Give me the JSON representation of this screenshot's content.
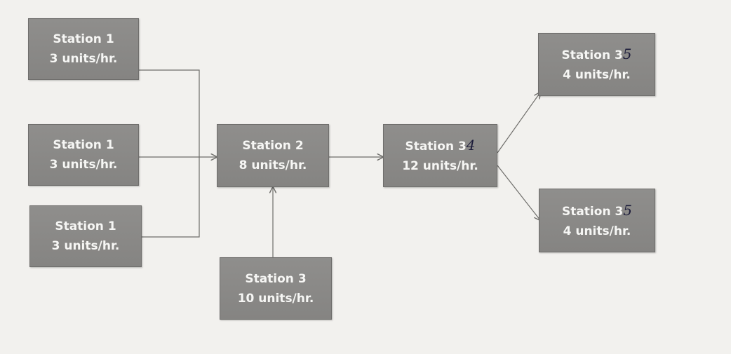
{
  "stations": [
    {
      "id": "b1",
      "name": "Station 1",
      "rate": "3 units/hr."
    },
    {
      "id": "b2",
      "name": "Station 1",
      "rate": "3 units/hr."
    },
    {
      "id": "b3",
      "name": "Station 1",
      "rate": "3 units/hr."
    },
    {
      "id": "b4",
      "name": "Station 2",
      "rate": "8 units/hr."
    },
    {
      "id": "b5",
      "name": "Station 3",
      "rate": "10 units/hr."
    },
    {
      "id": "b6",
      "name": "Station 3",
      "handwritten": "4",
      "rate": "12 units/hr."
    },
    {
      "id": "b7",
      "name": "Station 3",
      "handwritten": "5",
      "rate": "4 units/hr."
    },
    {
      "id": "b8",
      "name": "Station 3",
      "handwritten": "5",
      "rate": "4 units/hr."
    }
  ],
  "colors": {
    "box_fill": "#888785",
    "box_text": "#f6f6f4",
    "connector": "#6e6d6a",
    "handwriting": "#1c1c3a",
    "background": "#f2f1ee"
  }
}
